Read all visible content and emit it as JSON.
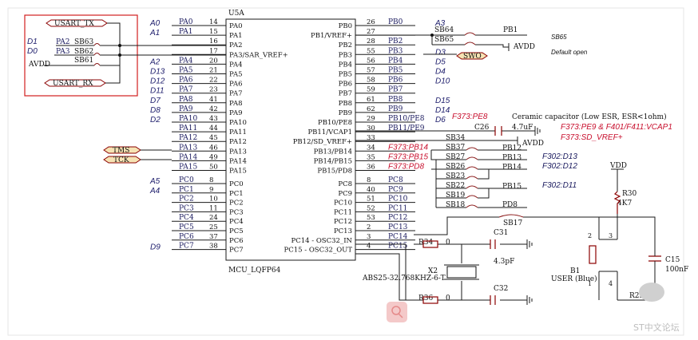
{
  "chip": {
    "ref": "U5A",
    "part": "MCU_LQFP64",
    "left_pins": [
      {
        "num": "14",
        "name": "PA0",
        "net": "PA0",
        "alias": "A0"
      },
      {
        "num": "15",
        "name": "PA1",
        "net": "PA1",
        "alias": "A1"
      },
      {
        "num": "16",
        "name": "PA2",
        "net": "",
        "alias": ""
      },
      {
        "num": "17",
        "name": "PA3/SAR_VREF+",
        "net": "",
        "alias": ""
      },
      {
        "num": "20",
        "name": "PA4",
        "net": "PA4",
        "alias": "A2"
      },
      {
        "num": "21",
        "name": "PA5",
        "net": "PA5",
        "alias": "D13"
      },
      {
        "num": "22",
        "name": "PA6",
        "net": "PA6",
        "alias": "D12"
      },
      {
        "num": "23",
        "name": "PA7",
        "net": "PA7",
        "alias": "D11"
      },
      {
        "num": "41",
        "name": "PA8",
        "net": "PA8",
        "alias": "D7"
      },
      {
        "num": "42",
        "name": "PA9",
        "net": "PA9",
        "alias": "D8"
      },
      {
        "num": "43",
        "name": "PA10",
        "net": "PA10",
        "alias": "D2"
      },
      {
        "num": "44",
        "name": "PA11",
        "net": "PA11",
        "alias": ""
      },
      {
        "num": "45",
        "name": "PA12",
        "net": "PA12",
        "alias": ""
      },
      {
        "num": "46",
        "name": "PA13",
        "net": "PA13",
        "alias": ""
      },
      {
        "num": "49",
        "name": "PA14",
        "net": "PA14",
        "alias": ""
      },
      {
        "num": "50",
        "name": "PA15",
        "net": "PA15",
        "alias": ""
      },
      {
        "num": "8",
        "name": "PC0",
        "net": "PC0",
        "alias": "A5"
      },
      {
        "num": "9",
        "name": "PC1",
        "net": "PC1",
        "alias": "A4"
      },
      {
        "num": "10",
        "name": "PC2",
        "net": "PC2",
        "alias": ""
      },
      {
        "num": "11",
        "name": "PC3",
        "net": "PC3",
        "alias": ""
      },
      {
        "num": "24",
        "name": "PC4",
        "net": "PC4",
        "alias": ""
      },
      {
        "num": "25",
        "name": "PC5",
        "net": "PC5",
        "alias": ""
      },
      {
        "num": "37",
        "name": "PC6",
        "net": "PC6",
        "alias": ""
      },
      {
        "num": "38",
        "name": "PC7",
        "net": "PC7",
        "alias": "D9"
      }
    ],
    "right_pins": [
      {
        "num": "26",
        "name": "PB0",
        "net": "PB0",
        "alias": "A3"
      },
      {
        "num": "27",
        "name": "PB1/VREF+",
        "net": "",
        "alias": ""
      },
      {
        "num": "28",
        "name": "PB2",
        "net": "PB2",
        "alias": ""
      },
      {
        "num": "55",
        "name": "PB3",
        "net": "PB3",
        "alias": "D3"
      },
      {
        "num": "56",
        "name": "PB4",
        "net": "PB4",
        "alias": "D5"
      },
      {
        "num": "57",
        "name": "PB5",
        "net": "PB5",
        "alias": "D4"
      },
      {
        "num": "58",
        "name": "PB6",
        "net": "PB6",
        "alias": "D10"
      },
      {
        "num": "59",
        "name": "PB7",
        "net": "PB7",
        "alias": ""
      },
      {
        "num": "61",
        "name": "PB8",
        "net": "PB8",
        "alias": "D15"
      },
      {
        "num": "62",
        "name": "PB9",
        "net": "PB9",
        "alias": "D14"
      },
      {
        "num": "29",
        "name": "PB10/PE8",
        "net": "PB10/PE8",
        "alias": "D6"
      },
      {
        "num": "30",
        "name": "PB11/VCAP1",
        "net": "PB11/PE9",
        "alias": ""
      },
      {
        "num": "33",
        "name": "PB12/SD_VREF+",
        "net": "",
        "alias": ""
      },
      {
        "num": "34",
        "name": "PB13/PB14",
        "net": "F373:PB14",
        "alias": ""
      },
      {
        "num": "35",
        "name": "PB14/PB15",
        "net": "F373:PB15",
        "alias": ""
      },
      {
        "num": "36",
        "name": "PB15/PD8",
        "net": "F373:PD8",
        "alias": ""
      },
      {
        "num": "8",
        "name": "PC8",
        "net": "PC8",
        "alias": ""
      },
      {
        "num": "40",
        "name": "PC9",
        "net": "PC9",
        "alias": ""
      },
      {
        "num": "51",
        "name": "PC10",
        "net": "PC10",
        "alias": ""
      },
      {
        "num": "52",
        "name": "PC11",
        "net": "PC11",
        "alias": ""
      },
      {
        "num": "53",
        "name": "PC12",
        "net": "PC12",
        "alias": ""
      },
      {
        "num": "2",
        "name": "PC13",
        "net": "PC13",
        "alias": ""
      },
      {
        "num": "3",
        "name": "PC14 - OSC32_IN",
        "net": "PC14",
        "alias": ""
      },
      {
        "num": "4",
        "name": "PC15 - OSC32_OUT",
        "net": "PC15",
        "alias": ""
      }
    ]
  },
  "usart": {
    "tx_label": "USART_TX",
    "rx_label": "USART_RX",
    "rows": [
      {
        "alias": "D1",
        "net": "PA2",
        "jumper": "SB63"
      },
      {
        "alias": "D0",
        "net": "PA3",
        "jumper": "SB62"
      },
      {
        "alias": "AVDD",
        "net": "",
        "jumper": "SB61"
      }
    ]
  },
  "swd": {
    "tms": "TMS",
    "tck": "TCK"
  },
  "jumpers_right": {
    "sb64": "SB64",
    "sb65": "SB65",
    "pb1": "PB1",
    "avdd1": "AVDD",
    "sb65_note": "SB65",
    "sb65_note2": "Default open",
    "swo": "SWO",
    "c26": "C26",
    "c26_val": "4.7uF",
    "cap_note": "Ceramic capacitor (Low ESR, ESR<1ohm)",
    "f373_pe8": "F373:PE8",
    "f373_pe9": "F373:PE9 & F401/F411:VCAP1",
    "f373_sdvref": "F373:SD_VREF+",
    "avdd2": "AVDD",
    "sb34": "SB34",
    "sb37": "SB37",
    "sb27": "SB27",
    "sb26": "SB26",
    "sb23": "SB23",
    "sb22": "SB22",
    "sb19": "SB19",
    "sb18": "SB18",
    "sb17": "SB17",
    "pb12": "PB12",
    "pb13": "PB13",
    "pb14": "PB14",
    "pb15": "PB15",
    "pd8": "PD8",
    "f302_d13": "F302:D13",
    "f302_d12": "F302:D12",
    "f302_d11": "F302:D11"
  },
  "osc": {
    "r34": "R34",
    "r34_val": "0",
    "r36": "R36",
    "r36_val": "0",
    "c31": "C31",
    "c31_val": "4.3pF",
    "c32": "C32",
    "x2": "X2",
    "x2_part": "ABS25-32.768KHZ-6-T"
  },
  "button": {
    "vdd": "VDD",
    "r30": "R30",
    "r30_val": "4K7",
    "b1": "B1",
    "b1_label": "USER (Blue)",
    "c15": "C15",
    "c15_val": "100nF",
    "r29": "R29",
    "pins": [
      "2",
      "3",
      "1",
      "4"
    ]
  },
  "watermark": "ST中文论坛"
}
